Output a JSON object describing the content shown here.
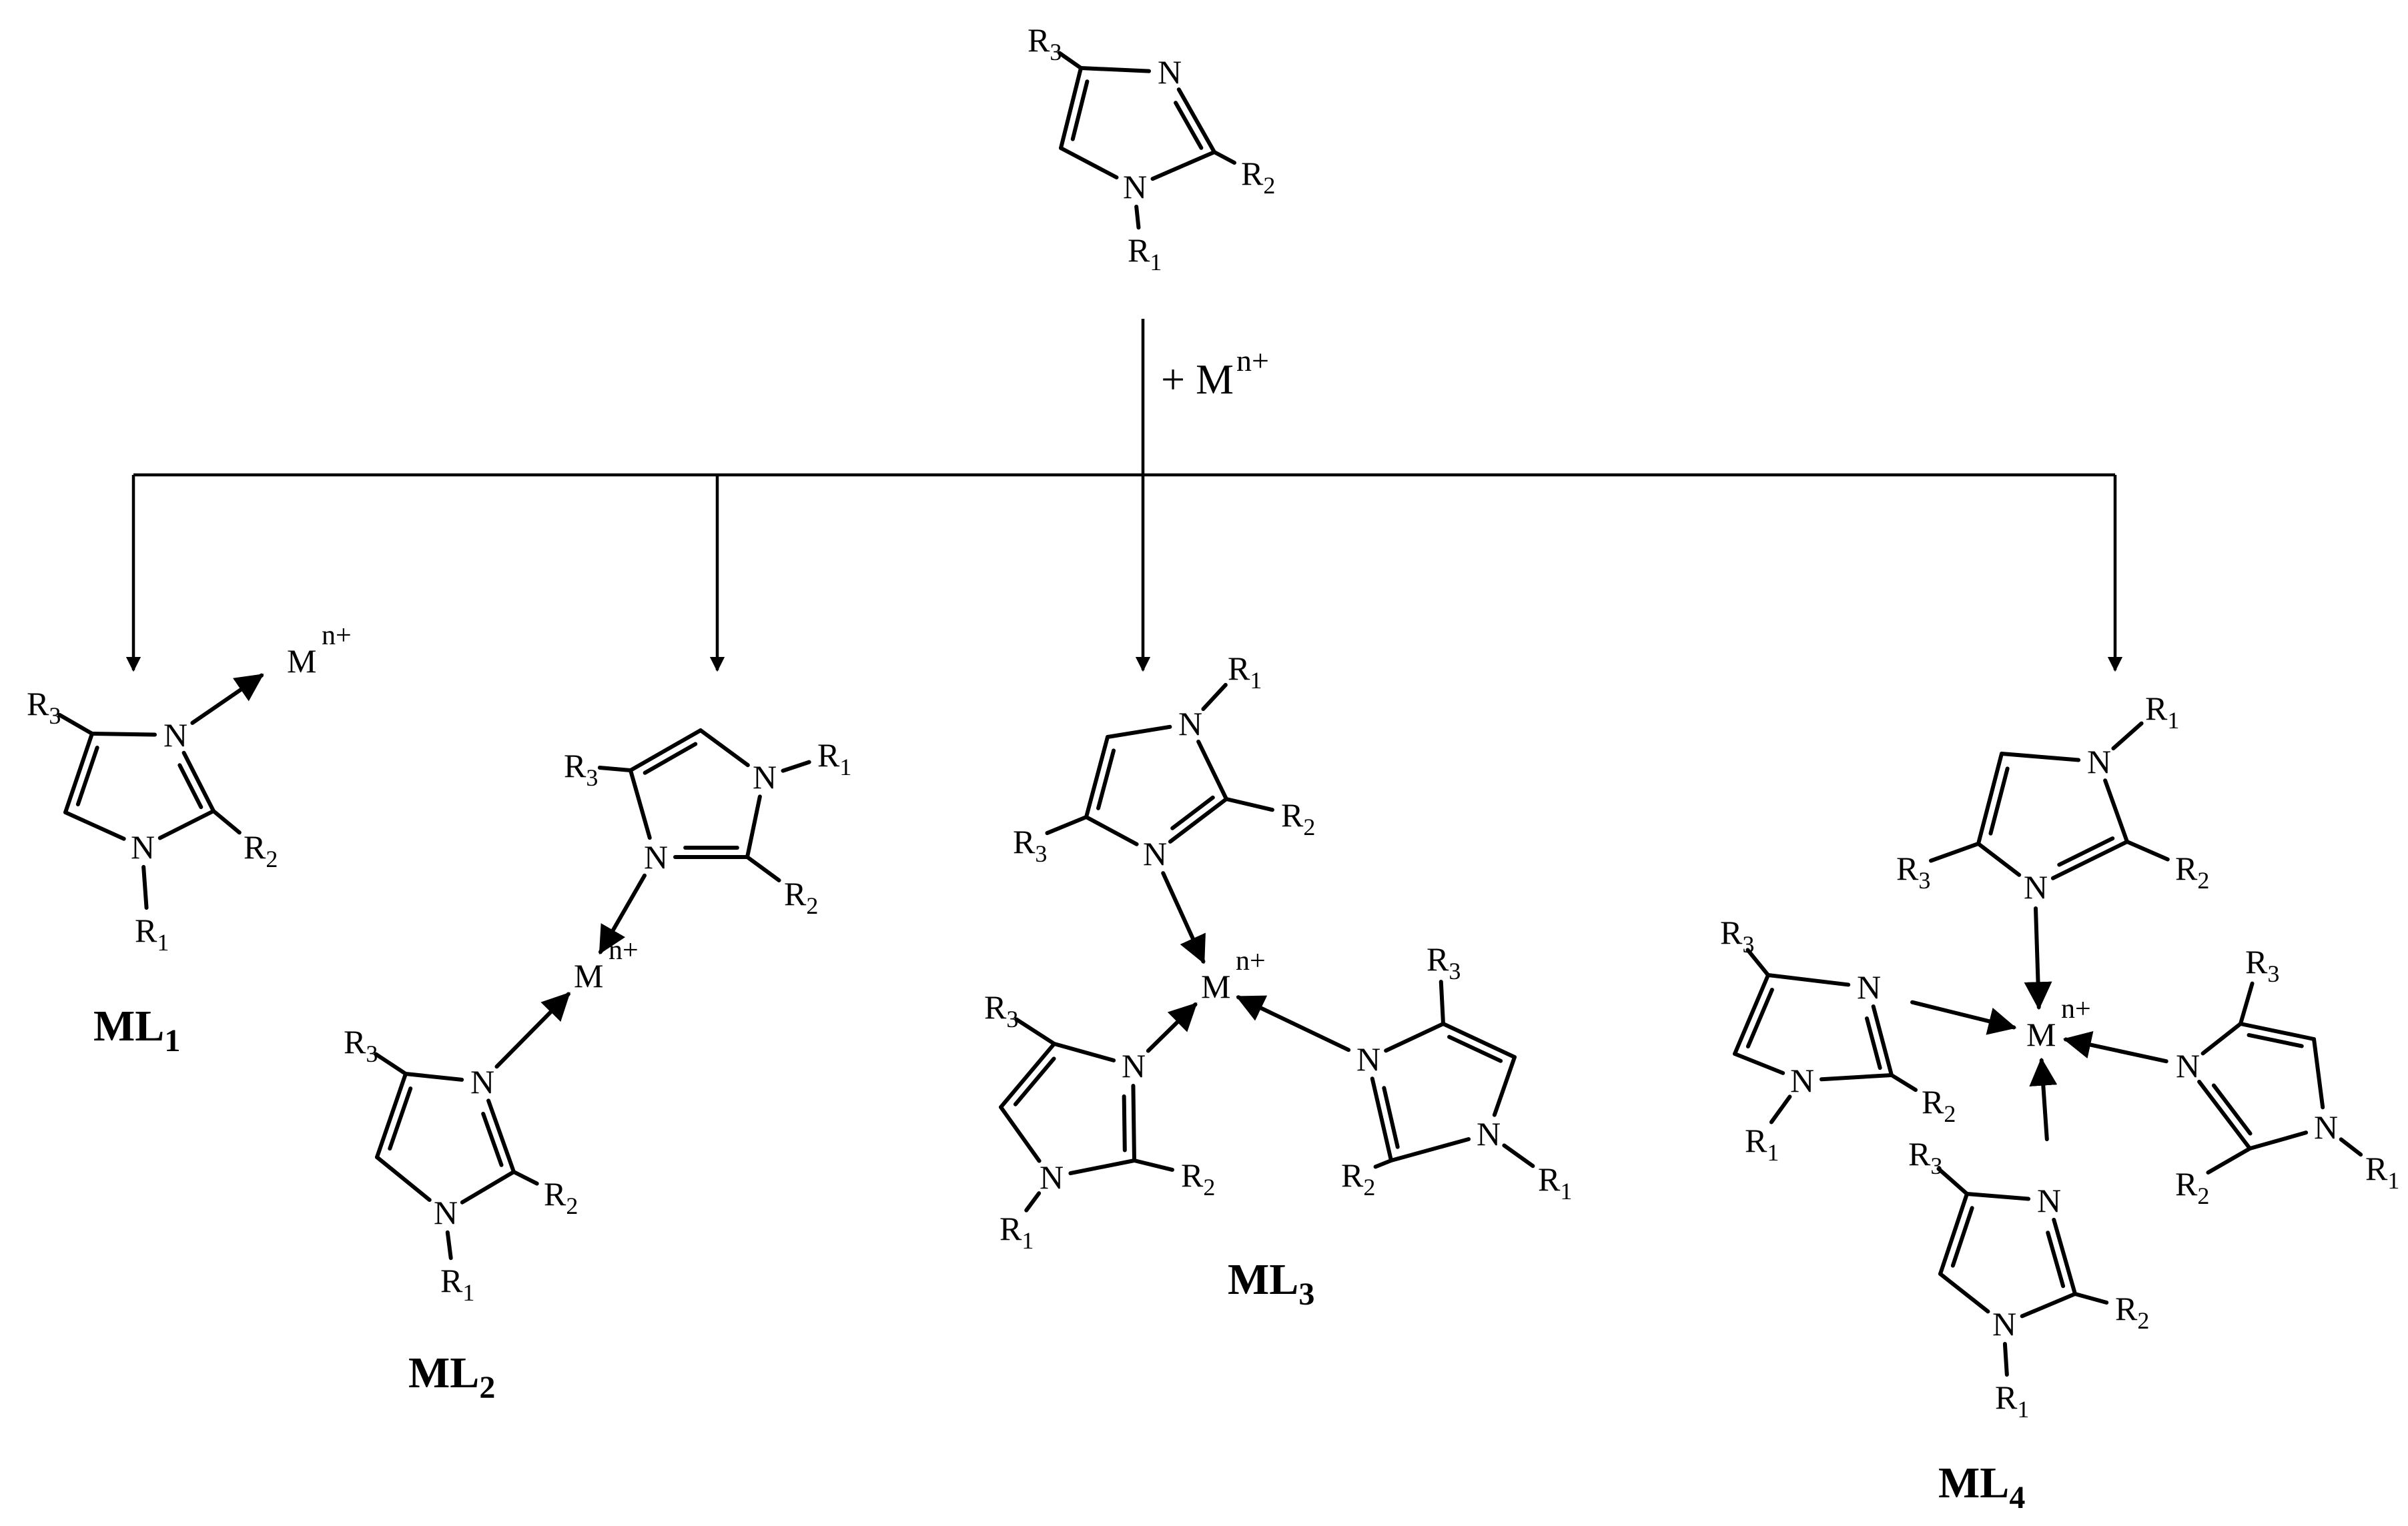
{
  "reagent": {
    "text": "+ M",
    "charge": "n+"
  },
  "metal": {
    "symbol": "M",
    "charge": "n+"
  },
  "atoms": {
    "N": "N",
    "R": "R",
    "r1": "1",
    "r2": "2",
    "r3": "3"
  },
  "complexes": [
    {
      "label": "ML",
      "sub": "1"
    },
    {
      "label": "ML",
      "sub": "2"
    },
    {
      "label": "ML",
      "sub": "3"
    },
    {
      "label": "ML",
      "sub": "4"
    }
  ]
}
